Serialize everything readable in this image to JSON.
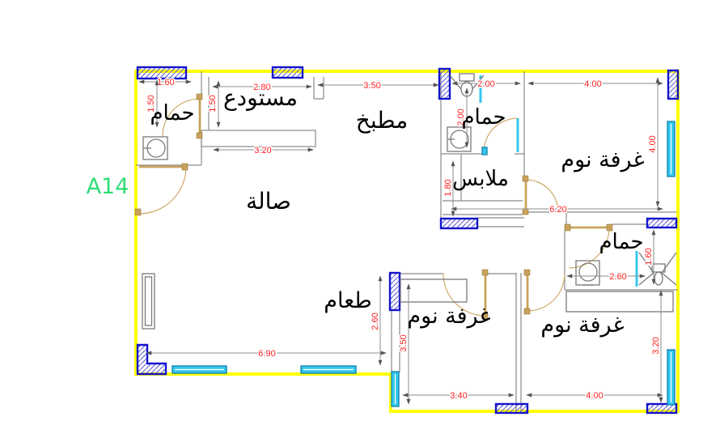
{
  "drawing": {
    "plan_code": "A14",
    "rooms": {
      "bath_top_left": "حمام",
      "storage": "مستودع",
      "kitchen": "مطبخ",
      "bath_top_mid": "حمام",
      "bedroom_top_right": "غرفة نوم",
      "closet": "ملابس",
      "hall": "صالة",
      "dining": "طعام",
      "bedroom_bottom_left": "غرفة نوم",
      "bedroom_bottom_right": "غرفة نوم",
      "bath_bottom_right": "حمام"
    },
    "dimensions": {
      "bath_tl_width": "1.60",
      "bath_tl_depth": "1.50",
      "storage_width": "2.80",
      "storage_depth": "1.50",
      "counter_length": "3.20",
      "kitchen_width": "3.50",
      "bath_tm_width": "2.00",
      "bath_tm_depth": "2.00",
      "bedroom_tr_width": "4.00",
      "bedroom_tr_depth": "4.00",
      "suite_width": "6.20",
      "closet_depth": "1.80",
      "bath_br_depth": "1.60",
      "bath_br_width": "2.60",
      "dining_depth": "2.60",
      "bedroom_bl_depth": "3.50",
      "bedroom_bl_width": "3.40",
      "hall_width": "6.90",
      "bedroom_br_depth": "3.20",
      "bedroom_br_width": "4.00"
    },
    "colors": {
      "background": "#ffffff",
      "wall_outline": "#ffff00",
      "column_border": "#1414cc",
      "column_hatch": "#5a5ad8",
      "window_glass": "#35c8ef",
      "dimension_text": "#ff1f1f",
      "dim_line": "#8c8c8c",
      "door": "#c9a35c",
      "label_text": "#000000",
      "plan_code_color": "#2ede76",
      "fixture_line": "#7a7a7a"
    }
  }
}
